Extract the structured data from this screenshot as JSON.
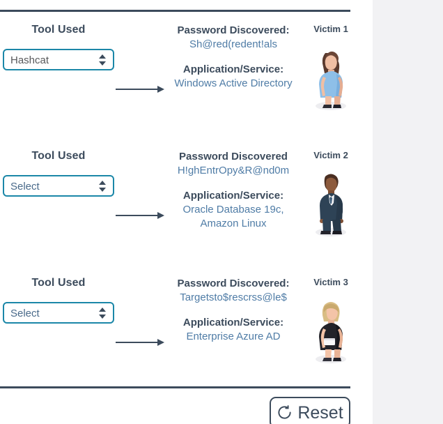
{
  "panel": {
    "background_color": "#ffffff",
    "gutter_color": "#f2f2f4",
    "rule_color": "#3c4b5c"
  },
  "colors": {
    "heading": "#3c4b5c",
    "value": "#4f7ca6",
    "select_border": "#1b87a8",
    "placeholder_text": "#4a6a8a",
    "selected_text": "#58595b"
  },
  "rows": [
    {
      "tool_label": "Tool Used",
      "select_value": "Hashcat",
      "select_is_placeholder": false,
      "password_heading": "Password Discovered:",
      "password_value": "Sh@red(redent!als",
      "service_heading": "Application/Service:",
      "service_value": "Windows Active Directory",
      "victim_label": "Victim 1",
      "victim_art": "woman-blue-dress-avatar"
    },
    {
      "tool_label": "Tool Used",
      "select_value": "Select",
      "select_is_placeholder": true,
      "password_heading": "Password Discovered",
      "password_value": "H!ghEntrOpy&R@nd0m",
      "service_heading": "Application/Service:",
      "service_value": "Oracle Database 19c, Amazon Linux",
      "victim_label": "Victim 2",
      "victim_art": "man-navy-suit-avatar"
    },
    {
      "tool_label": "Tool Used",
      "select_value": "Select",
      "select_is_placeholder": true,
      "password_heading": "Password Discovered:",
      "password_value": "Targetsto$rescrss@le$",
      "service_heading": "Application/Service:",
      "service_value": "Enterprise Azure AD",
      "victim_label": "Victim 3",
      "victim_art": "woman-black-dress-avatar"
    }
  ],
  "footer": {
    "reset_label": "Reset",
    "reset_icon": "refresh-ccw-icon"
  }
}
